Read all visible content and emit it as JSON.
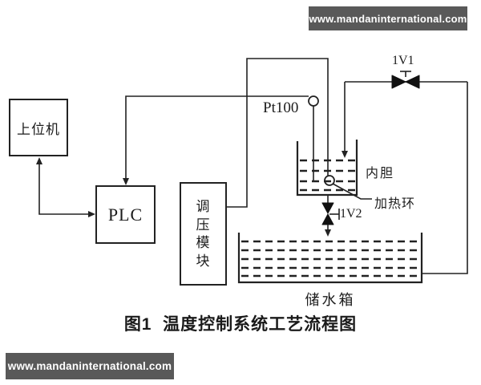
{
  "banners": {
    "top_text": "www.mandaninternational.com",
    "bottom_text": "www.mandaninternational.com"
  },
  "diagram": {
    "host_computer_label": "上位机",
    "plc_label": "PLC",
    "voltage_module_label": "调压模块",
    "sensor_label": "Pt100",
    "valve_top_label": "1V1",
    "valve_drain_label": "1V2",
    "inner_tank_label": "内胆",
    "heating_ring_label": "加热环",
    "storage_tank_label": "储水箱"
  },
  "caption_text": "图1  温度控制系统工艺流程图",
  "colors": {
    "line": "#222222",
    "banner_background": "#595959",
    "banner_text": "#ffffff",
    "page_background": "#ffffff"
  }
}
